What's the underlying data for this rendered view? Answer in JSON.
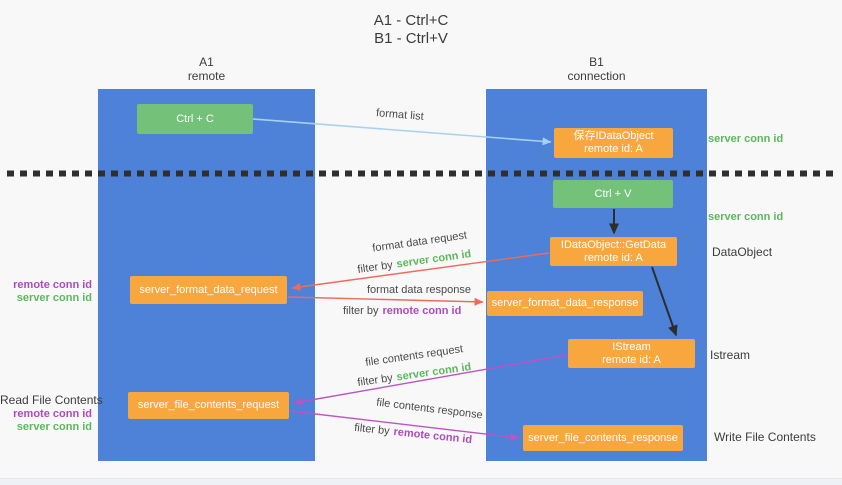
{
  "title": {
    "line1": "A1 - Ctrl+C",
    "line2": "B1 - Ctrl+V"
  },
  "columns": {
    "a1": {
      "name": "A1",
      "subtitle": "remote"
    },
    "b1": {
      "name": "B1",
      "subtitle": "connection"
    }
  },
  "nodes": {
    "ctrl_c": {
      "label": "Ctrl + C"
    },
    "save_dataobject": {
      "line1": "保存IDataObject",
      "line2": "remote id: A"
    },
    "ctrl_v": {
      "label": "Ctrl + V"
    },
    "getdata": {
      "line1": "IDataObject::GetData",
      "line2": "remote id: A"
    },
    "format_request": {
      "label": "server_format_data_request"
    },
    "format_response": {
      "label": "server_format_data_response"
    },
    "istream": {
      "line1": "IStream",
      "line2": "remote id: A"
    },
    "file_request": {
      "label": "server_file_contents_request"
    },
    "file_response": {
      "label": "server_file_contents_response"
    }
  },
  "right_labels": {
    "server_conn_id_top": "server conn id",
    "server_conn_id_mid": "server conn id",
    "dataobject": "DataObject",
    "istream": "Istream",
    "write_file_contents": "Write File Contents"
  },
  "left_labels": {
    "format_group": {
      "remote_conn_id": "remote conn id",
      "server_conn_id": "server conn id"
    },
    "file_group": {
      "read_file_contents": "Read File Contents",
      "remote_conn_id": "remote conn id",
      "server_conn_id": "server conn id"
    }
  },
  "flow_labels": {
    "format_list": "format list",
    "format_request": {
      "title": "format data request",
      "filter_prefix": "filter by",
      "filter_id": "server conn id"
    },
    "format_response": {
      "title": "format data response",
      "filter_prefix": "filter by",
      "filter_id": "remote conn id"
    },
    "file_request": {
      "title": "file contents request",
      "filter_prefix": "filter by",
      "filter_id": "server conn id"
    },
    "file_response": {
      "title": "file contents response",
      "filter_prefix": "filter by",
      "filter_id": "remote conn id"
    }
  },
  "colors": {
    "column_blue": "#4d82d8",
    "box_orange": "#f8a73e",
    "box_green": "#74c27a",
    "green_id": "#5cb85c",
    "purple_id": "#ad4bbd",
    "arrow_red": "#ee6b5c",
    "arrow_purple": "#bd53c4",
    "arrow_blue": "#a6d2f0",
    "arrow_black": "#2d2d2d"
  }
}
